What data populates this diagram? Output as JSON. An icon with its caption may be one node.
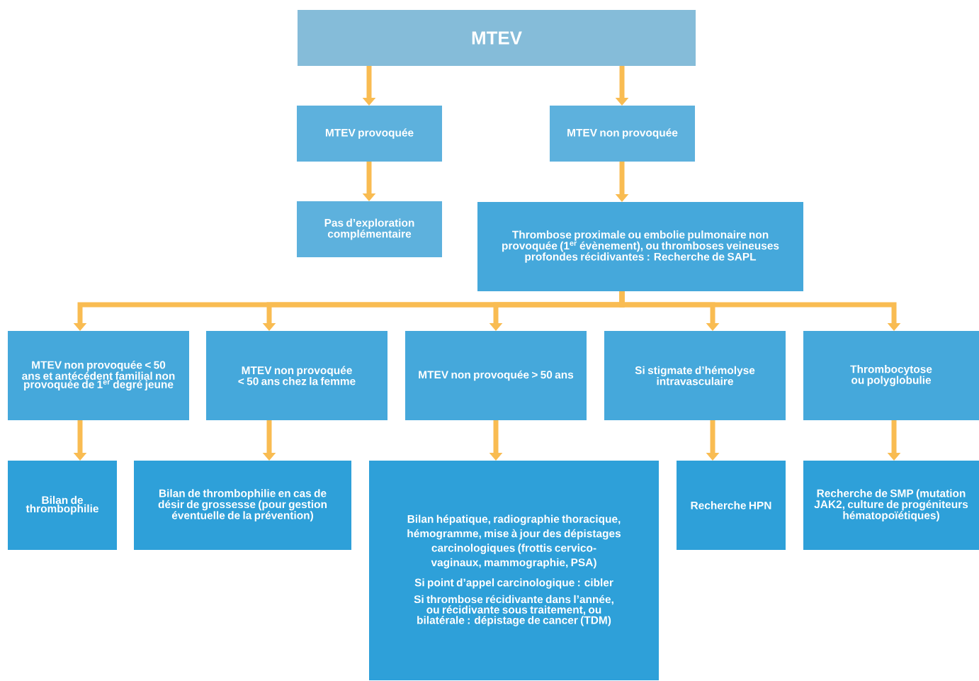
{
  "diagram": {
    "nodes": [
      {
        "text": [
          "MTEV"
        ]
      },
      {
        "text": [
          "MTEV provoquée"
        ]
      },
      {
        "text": [
          "MTEV non provoquée"
        ]
      },
      {
        "text": [
          "Pas d’exploration complémentaire"
        ]
      },
      {
        "text": [
          "Thrombose proximale ou embolie pulmonaire non provoquée (1$^{er}$ évènement), ou thromboses veineuses profondes récidivantes : Recherche de SAPL"
        ]
      },
      {
        "text": [
          "MTEV non provoquée < 50 ans et antécédent familial non provoquée de 1$^{er}$ degré jeune"
        ]
      },
      {
        "text": [
          "MTEV non provoquée < 50 ans chez la femme"
        ]
      },
      {
        "text": [
          "MTEV non provoquée > 50 ans"
        ]
      },
      {
        "text": [
          "Si stigmate d’hémolyse intravasculaire"
        ]
      },
      {
        "text": [
          "Thrombocytose ou polyglobulie"
        ]
      },
      {
        "text": [
          "Bilan de thrombophilie"
        ]
      },
      {
        "text": [
          "Bilan de thrombophilie en cas de désir de grossesse (pour gestion éventuelle de la prévention)"
        ]
      },
      {
        "text": [
          "Bilan hépatique, radiographie thoracique, hémogramme, mise à jour des dépistages carcinologiques (frottis cervico-vaginaux, mammographie, PSA)",
          "Si point d’appel carcinologique : cibler",
          "Si thrombose récidivante dans l’année, ou récidivante sous traitement, ou bilatérale : dépistage de cancer (TDM)"
        ]
      },
      {
        "text": [
          "Recherche HPN"
        ]
      },
      {
        "text": [
          "Recherche de SMP (mutation JAK2, culture de progéniteurs hématopoïétiques)"
        ]
      }
    ],
    "edges": [
      {
        "from": 0,
        "to": 1,
        "arrow": "to"
      },
      {
        "from": 0,
        "to": 2,
        "arrow": "to"
      },
      {
        "from": 1,
        "to": 3,
        "arrow": "to"
      },
      {
        "from": 2,
        "to": 4,
        "arrow": "to"
      },
      {
        "from": 4,
        "to": 5,
        "arrow": "to"
      },
      {
        "from": 4,
        "to": 6,
        "arrow": "to"
      },
      {
        "from": 4,
        "to": 7,
        "arrow": "to"
      },
      {
        "from": 4,
        "to": 8,
        "arrow": "to"
      },
      {
        "from": 4,
        "to": 9,
        "arrow": "to"
      },
      {
        "from": 5,
        "to": 10,
        "arrow": "to"
      },
      {
        "from": 6,
        "to": 11,
        "arrow": "to"
      },
      {
        "from": 7,
        "to": 12,
        "arrow": "to"
      },
      {
        "from": 8,
        "to": 13,
        "arrow": "to"
      },
      {
        "from": 9,
        "to": 14,
        "arrow": "to"
      }
    ]
  }
}
